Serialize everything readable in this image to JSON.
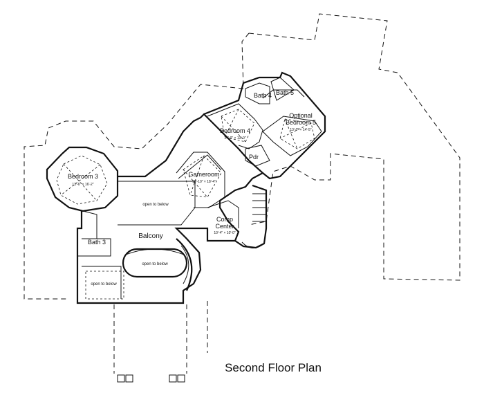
{
  "plan": {
    "title": "Second Floor Plan",
    "rooms": [
      {
        "key": "bedroom3",
        "name": "Bedroom 3",
        "dims": "13'-6\" × 16'-2\""
      },
      {
        "key": "gameroom",
        "name": "Gameroom",
        "dims": "16'-10\" × 18'-4\""
      },
      {
        "key": "bedroom4",
        "name": "Bedroom 4",
        "dims": "14'-0\" × 13'-0\""
      },
      {
        "key": "optional_bedroom5_line1",
        "name": "Optional"
      },
      {
        "key": "optional_bedroom5_line2",
        "name": "Bedroom 5",
        "dims": "13'-0\" × 14'-5\""
      },
      {
        "key": "bath4",
        "name": "Bath 4"
      },
      {
        "key": "bath5",
        "name": "Bath 5"
      },
      {
        "key": "pdr",
        "name": "Pdr"
      },
      {
        "key": "bath3",
        "name": "Bath 3"
      },
      {
        "key": "balcony",
        "name": "Balcony"
      },
      {
        "key": "comp_center_line1",
        "name": "Comp"
      },
      {
        "key": "comp_center_line2",
        "name": "Center",
        "dims": "10'-4\" × 10'-0\""
      },
      {
        "key": "open_below_1",
        "name": "open to below"
      },
      {
        "key": "open_below_2",
        "name": "open to below"
      },
      {
        "key": "open_below_3",
        "name": "open to below"
      }
    ]
  }
}
